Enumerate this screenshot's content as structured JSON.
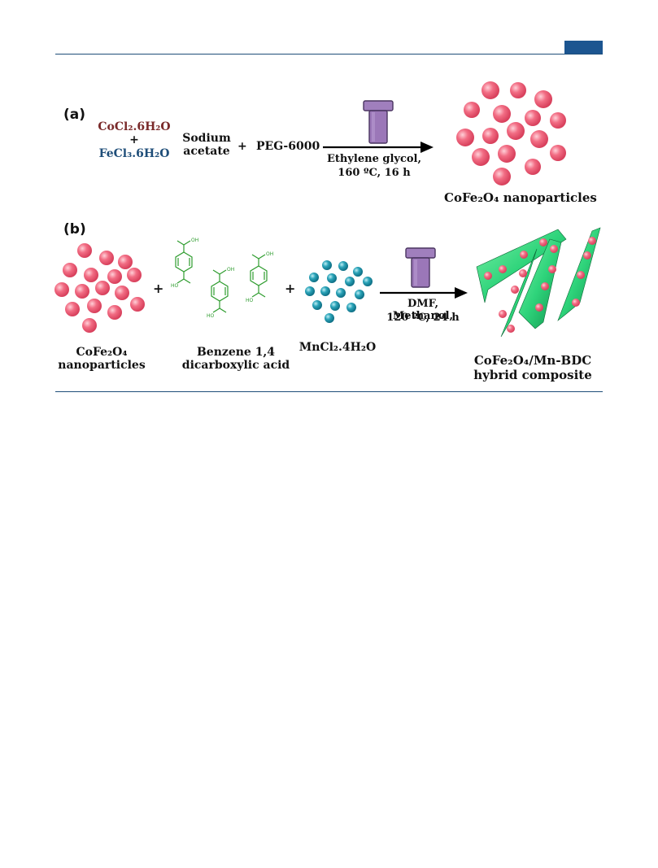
{
  "colors": {
    "rule": "#1f4e79",
    "header_tab": "#1c5590",
    "nanoparticle": "#f0627b",
    "mn_particle": "#1f93a9",
    "bdc_molecule": "#2e9c2e",
    "mof_sheet": "#2fd47b",
    "vessel": "#9b77b8",
    "cobalt_text": "#7a2a2a",
    "iron_text": "#1f4e79"
  },
  "scheme_a": {
    "label": "(a)",
    "reactant_co": "CoCl₂.6H₂O",
    "plus_1": "+",
    "reactant_fe": "FeCl₃.6H₂O",
    "sodium_line1": "Sodium",
    "sodium_line2": "acetate",
    "plus_2": "+",
    "peg": "PEG-6000",
    "conditions_line1": "Ethylene glycol,",
    "conditions_line2": "160 ºC, 16 h",
    "product": "CoFe₂O₄ nanoparticles",
    "vessel_icon": "autoclave-icon"
  },
  "scheme_b": {
    "label": "(b)",
    "reactant_1_line1": "CoFe₂O₄",
    "reactant_1_line2": "nanoparticles",
    "plus_1": "+",
    "linker_line1": "Benzene 1,4",
    "linker_line2": "dicarboxylic acid",
    "group_oh": "OH",
    "group_ho": "HO",
    "plus_2": "+",
    "metal_salt": "MnCl₂.4H₂O",
    "conditions_line1": "DMF, Methanol,",
    "conditions_line2": "120 ºC, 24 h",
    "product_line1": "CoFe₂O₄/Mn-BDC",
    "product_line2": "hybrid composite",
    "vessel_icon": "autoclave-icon"
  }
}
